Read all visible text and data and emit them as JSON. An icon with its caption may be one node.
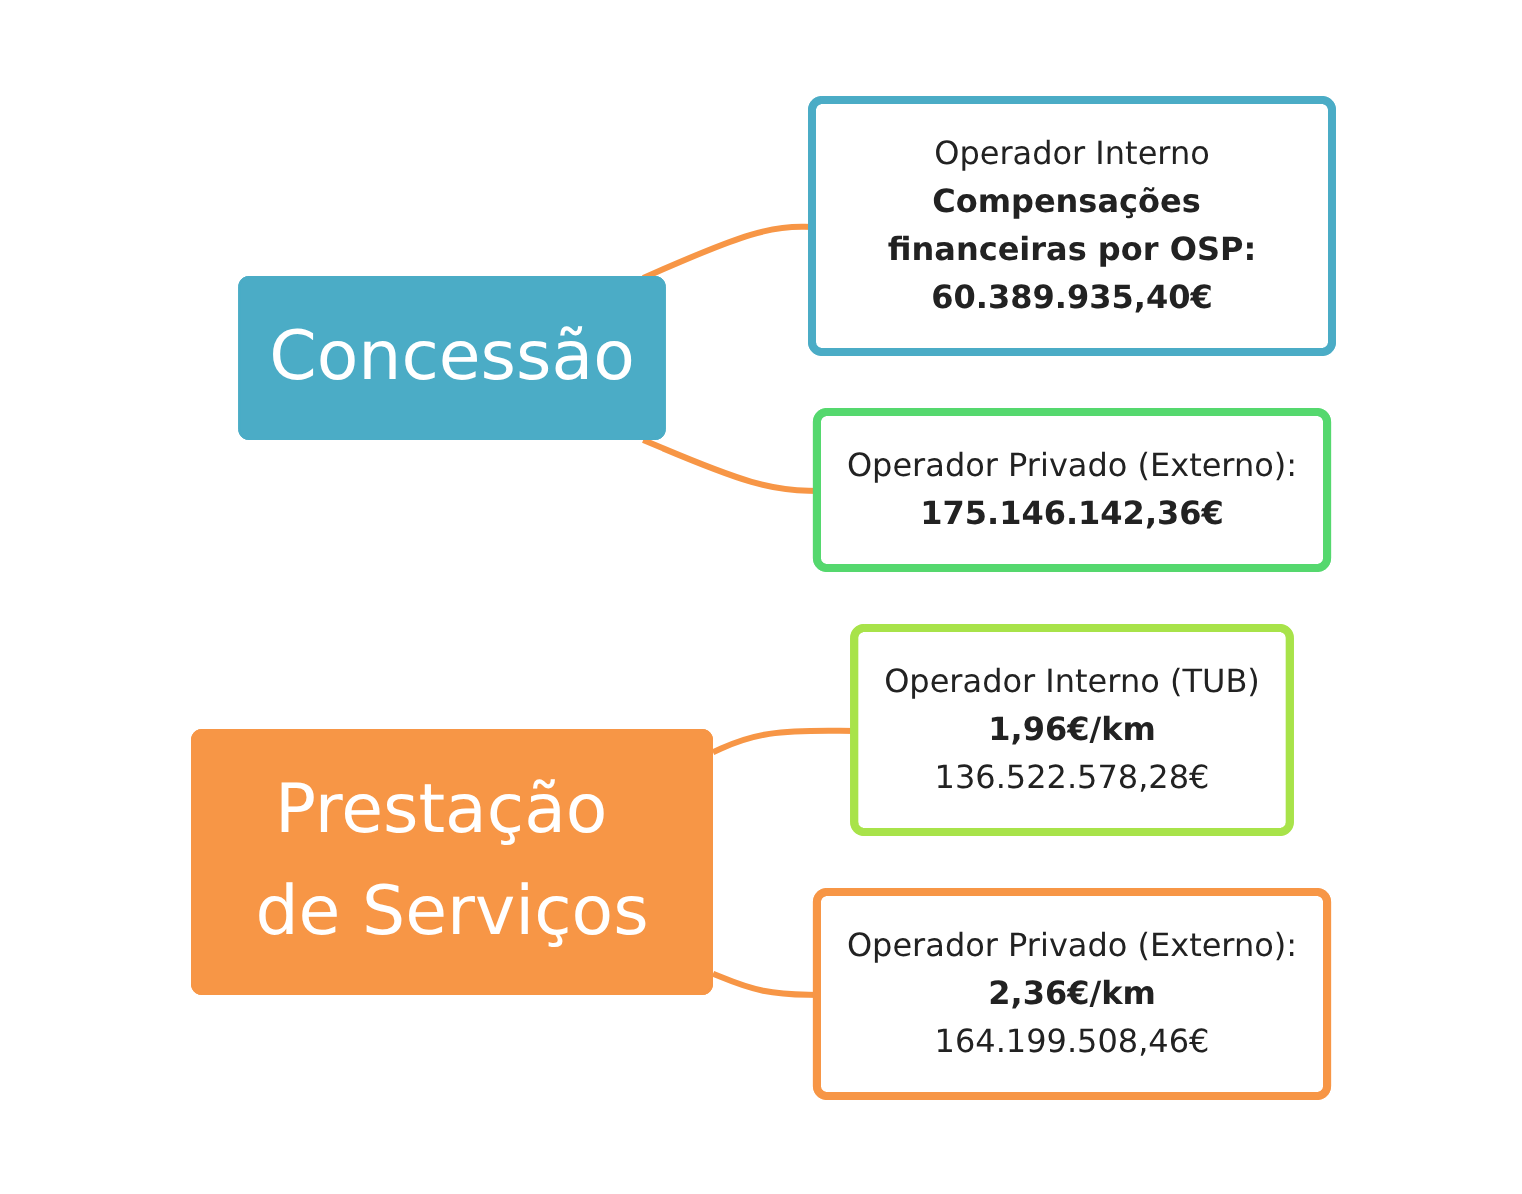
{
  "diagram": {
    "nodes": [
      {
        "text": [
          "Concessão"
        ]
      },
      {
        "text": [
          "Operador Interno",
          "**Compensações financeiras por OSP:**",
          "**60.389.935,40€**"
        ]
      },
      {
        "text": [
          "Operador Privado (Externo):",
          "**175.146.142,36€**"
        ]
      },
      {
        "text": [
          "Prestação de Serviços"
        ]
      },
      {
        "text": [
          "Operador Interno (TUB)",
          "**1,96€/km**",
          "136.522.578,28€"
        ]
      },
      {
        "text": [
          "Operador Privado (Externo):",
          "**2,36€/km**",
          "164.199.508,46€"
        ]
      }
    ],
    "edges": [
      {
        "from": 0,
        "to": 1,
        "arrow": "none"
      },
      {
        "from": 0,
        "to": 2,
        "arrow": "none"
      },
      {
        "from": 3,
        "to": 4,
        "arrow": "none"
      },
      {
        "from": 3,
        "to": 5,
        "arrow": "none"
      }
    ]
  }
}
